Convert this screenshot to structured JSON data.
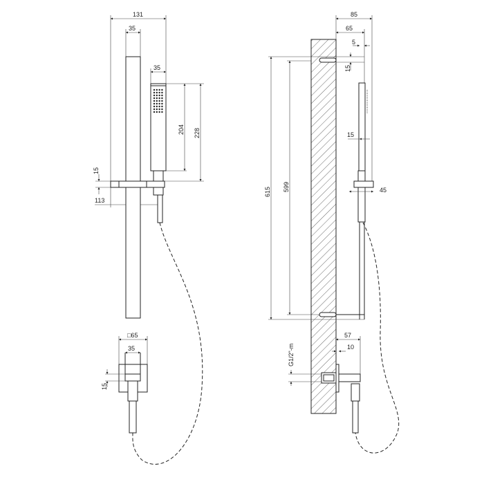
{
  "left_view": {
    "dims": {
      "overall_width": "131",
      "bar_width": "35",
      "handshower_width": "35",
      "handshower_length": "204",
      "handshower_total": "228",
      "holder_height": "15",
      "holder_reach": "113"
    },
    "outlet_dims": {
      "plate_size": "□65",
      "inner_width": "35",
      "outlet_height": "15"
    }
  },
  "right_view": {
    "dims": {
      "total_depth": "85",
      "bar_depth": "65",
      "offset": "5",
      "bracket_height": "15",
      "overall_length": "615",
      "bracket_spacing": "599",
      "handshower_depth": "15",
      "holder_depth": "45"
    },
    "outlet_dims": {
      "outlet_depth": "57",
      "plate_thickness": "10",
      "thread": "G1/2\"-m"
    }
  }
}
